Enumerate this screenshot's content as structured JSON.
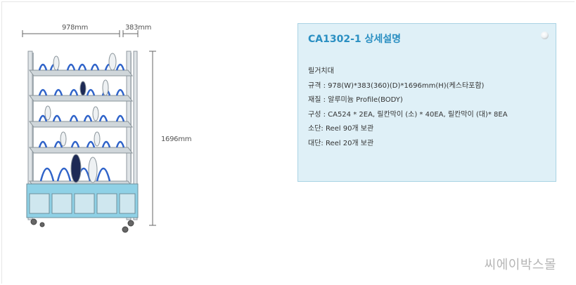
{
  "product": {
    "dim_width": "978mm",
    "dim_depth": "383mm",
    "dim_height": "1696mm"
  },
  "detail": {
    "title": "CA1302-1 상세설명",
    "specs": [
      "릴거치대",
      "규격 : 978(W)*383(360)(D)*1696mm(H)(케스타포함)",
      "재질 : 알루미늄 Profile(BODY)",
      "구성 : CA524 * 2EA, 릴칸막이 (소) * 40EA, 릴칸막이 (대)* 8EA",
      "소단: Reel 90개 보관",
      "대단: Reel 20개 보관"
    ]
  },
  "watermark": "씨에이박스몰",
  "colors": {
    "title": "#2a8fc2",
    "panel_bg": "#dff0f7",
    "panel_border": "#a9d3e4",
    "reel_divider": "#2f63c9",
    "cabinet": "#8fd1e6"
  }
}
